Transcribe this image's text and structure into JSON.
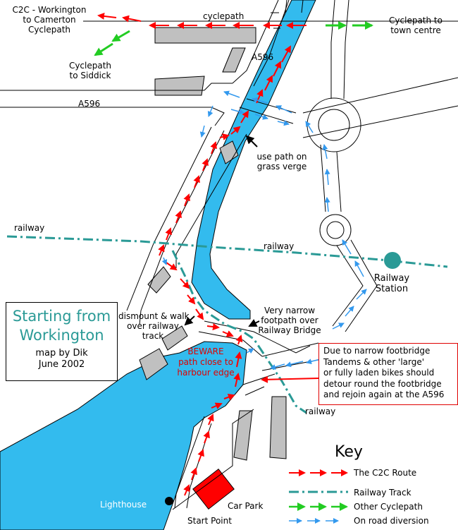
{
  "colors": {
    "water": "#33bbee",
    "c2c_route": "#ff0000",
    "railway": "#2a9a96",
    "other_cyclepath": "#22cc22",
    "on_road_diversion": "#3399ee",
    "building": "#c0c0c0",
    "car_park": "#ff0000",
    "title": "#2a9a96"
  },
  "title": {
    "line1": "Starting from",
    "line2": "Workington",
    "line3": "map by Dik",
    "line4": "June 2002"
  },
  "labels": {
    "c2c_l1": "C2C - Workington",
    "c2c_l2": "to Camerton",
    "c2c_l3": "Cyclepath",
    "cyclepath_top": "cyclepath",
    "town_l1": "Cyclepath to",
    "town_l2": "town centre",
    "siddick_l1": "Cyclepath",
    "siddick_l2": "to Siddick",
    "a596_top": "A596",
    "a596_left": "A596",
    "verge_l1": "use path on",
    "verge_l2": "grass verge",
    "railway_left": "railway",
    "railway_mid": "railway",
    "station_l1": "Railway",
    "station_l2": "Station",
    "dismount_l1": "dismount & walk",
    "dismount_l2": "over railway",
    "dismount_l3": "track",
    "narrow_l1": "Very narrow",
    "narrow_l2": "footpath over",
    "narrow_l3": "Railway Bridge",
    "beware_l1": "BEWARE",
    "beware_l2": "path close to",
    "beware_l3": "harbour edge",
    "railway_bottom": "railway",
    "lighthouse": "Lighthouse",
    "car_park": "Car Park",
    "start_point": "Start Point"
  },
  "warning": {
    "l1": "Due to narrow footbridge",
    "l2": "Tandems & other 'large'",
    "l3": "or fully laden bikes should",
    "l4": "detour round the footbridge",
    "l5": "and rejoin again at the A596"
  },
  "key": {
    "title": "Key",
    "items": [
      {
        "label": "The C2C Route",
        "style": "c2c"
      },
      {
        "label": "Railway Track",
        "style": "rail"
      },
      {
        "label": "Other Cyclepath",
        "style": "green"
      },
      {
        "label": "On road diversion",
        "style": "blue"
      }
    ]
  }
}
